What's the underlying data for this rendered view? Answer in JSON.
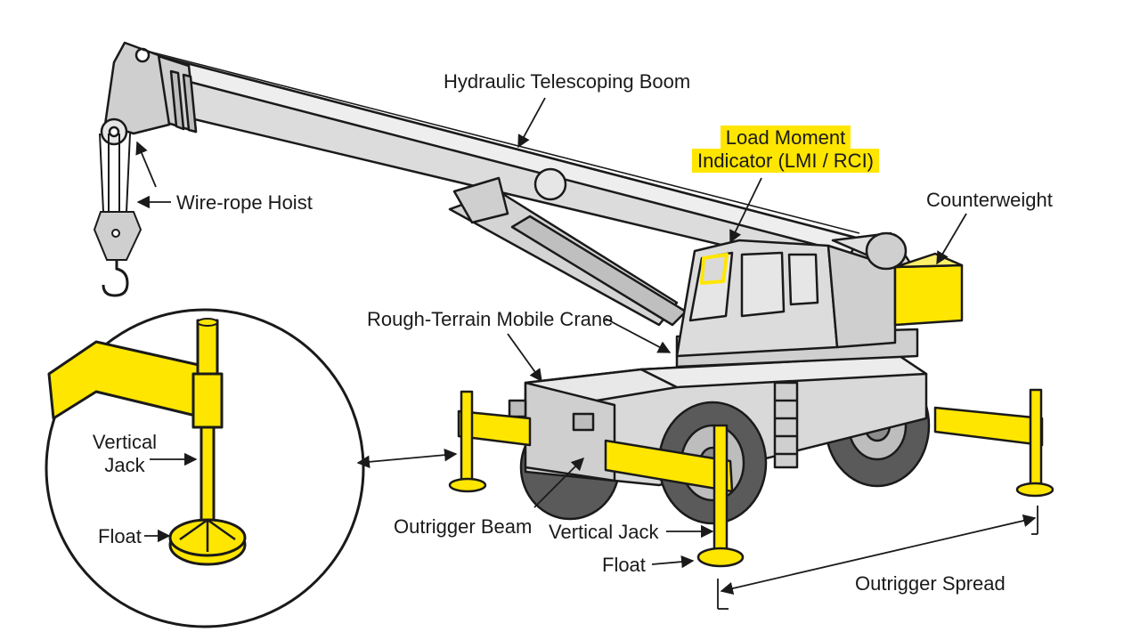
{
  "labels": {
    "boom": "Hydraulic Telescoping Boom",
    "lmi_line1": "Load Moment",
    "lmi_line2": "Indicator (LMI / RCI)",
    "counterweight": "Counterweight",
    "hoist": "Wire-rope Hoist",
    "crane": "Rough-Terrain Mobile Crane",
    "inset_jack_line1": "Vertical",
    "inset_jack_line2": "Jack",
    "inset_float": "Float",
    "outrigger_beam": "Outrigger Beam",
    "vertical_jack": "Vertical Jack",
    "float": "Float",
    "outrigger_spread": "Outrigger Spread"
  },
  "colors": {
    "accent_yellow": "#ffe600",
    "body_gray": "#d9d9d9",
    "dark_gray": "#8c8c8c",
    "tire": "#5a5a5a",
    "outline": "#1a1a1a"
  }
}
